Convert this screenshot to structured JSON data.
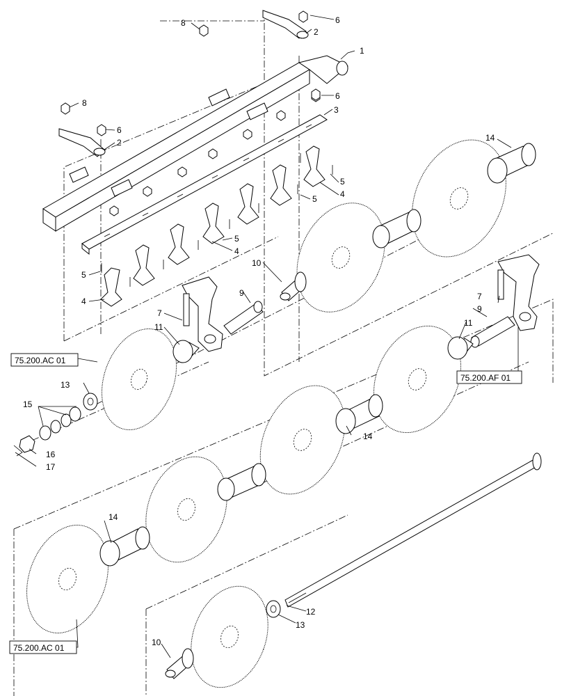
{
  "callouts": {
    "c1": "1",
    "c2a": "2",
    "c2b": "2",
    "c3": "3",
    "c4a": "4",
    "c4b": "4",
    "c4c": "4",
    "c5a": "5",
    "c5b": "5",
    "c5c": "5",
    "c5d": "5",
    "c6a": "6",
    "c6b": "6",
    "c6c": "6",
    "c7a": "7",
    "c7b": "7",
    "c8a": "8",
    "c8b": "8",
    "c9a": "9",
    "c9b": "9",
    "c10a": "10",
    "c10b": "10",
    "c11a": "11",
    "c11b": "11",
    "c12": "12",
    "c13a": "13",
    "c13b": "13",
    "c14a": "14",
    "c14b": "14",
    "c14c": "14",
    "c15": "15",
    "c16": "16",
    "c17": "17"
  },
  "references": {
    "r1": "75.200.AC 01",
    "r2": "75.200.AF 01",
    "r3": "75.200.AC 01"
  }
}
